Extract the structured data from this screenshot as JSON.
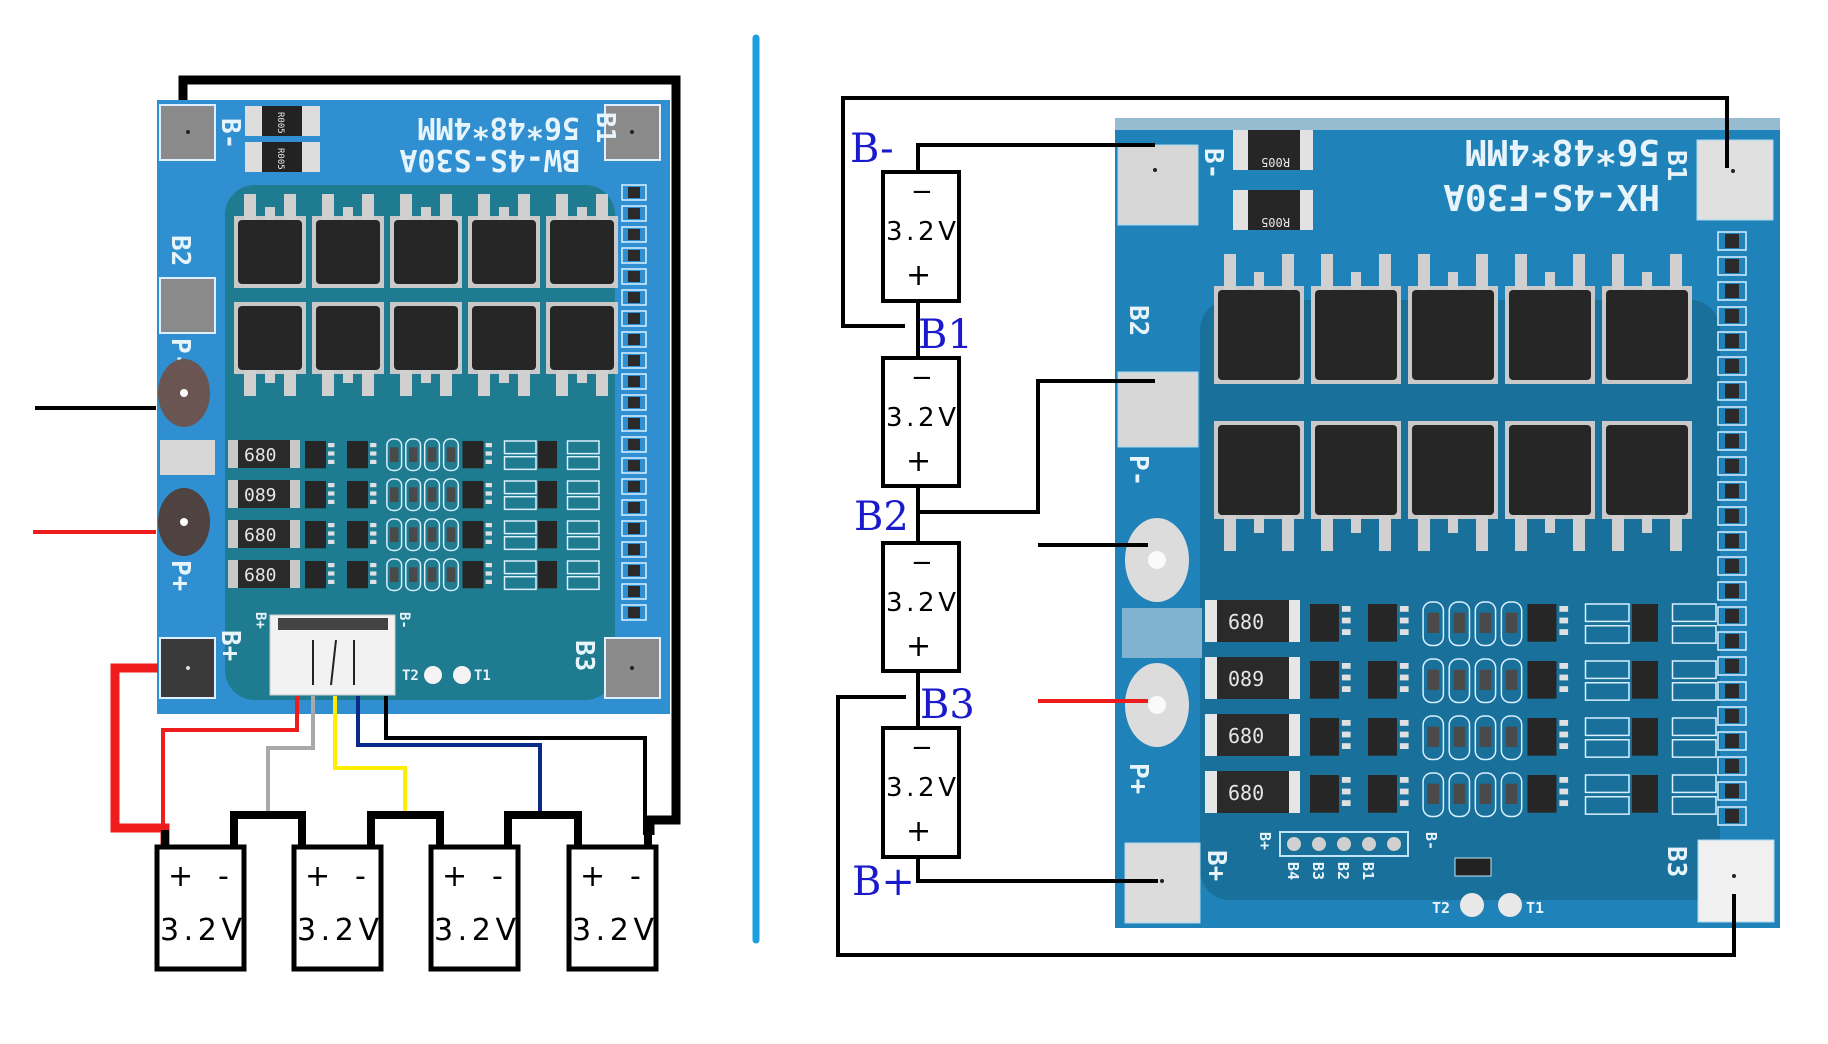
{
  "colors": {
    "pcb_left": "#2f8fd0",
    "pcb_right": "#1f82b8",
    "pcb_dark": "#0f5a78",
    "pad": "#8a8a8a",
    "pad_light": "#d7d7d7",
    "divider": "#1aa0e0",
    "wire_black": "#000000",
    "wire_red": "#ee1c1c",
    "wire_gray": "#a8a8a8",
    "wire_yellow": "#ffee00",
    "wire_blue": "#0a2a8a",
    "label_blue": "#1a1acc"
  },
  "left_board": {
    "model": "BW-4S-S30A",
    "size": "56*48*4MM",
    "pads": {
      "b_minus": "B-",
      "b1": "B1",
      "b2": "B2",
      "p_minus": "P-",
      "p_plus": "P+",
      "b_plus": "B+",
      "b3": "B3"
    },
    "shunts": [
      "R005",
      "R005"
    ],
    "resistors": [
      "680",
      "089",
      "680",
      "680"
    ],
    "connector": {
      "b_plus": "B+",
      "b_minus": "B-"
    },
    "thermal": [
      "T2",
      "T1"
    ],
    "cells": [
      {
        "pos": "+",
        "neg": "-",
        "voltage": "3.2V"
      },
      {
        "pos": "+",
        "neg": "-",
        "voltage": "3.2V"
      },
      {
        "pos": "+",
        "neg": "-",
        "voltage": "3.2V"
      },
      {
        "pos": "+",
        "neg": "-",
        "voltage": "3.2V"
      }
    ]
  },
  "right_board": {
    "model": "HX-4S-F30A",
    "size": "56*48*4MM",
    "pads": {
      "b_minus": "B-",
      "b1": "B1",
      "b2": "B2",
      "p_minus": "P-",
      "p_plus": "P+",
      "b_plus": "B+",
      "b3": "B3"
    },
    "shunts": [
      "R005",
      "R005"
    ],
    "resistors": [
      "680",
      "089",
      "680",
      "680"
    ],
    "header_labels": [
      "B+",
      "B4",
      "B3",
      "B2",
      "B1",
      "B-"
    ],
    "thermal": [
      "T2",
      "T1"
    ],
    "node_labels": [
      "B-",
      "B1",
      "B2",
      "B3",
      "B+"
    ],
    "cells": [
      {
        "neg": "−",
        "voltage": "3.2V",
        "pos": "+"
      },
      {
        "neg": "−",
        "voltage": "3.2V",
        "pos": "+"
      },
      {
        "neg": "−",
        "voltage": "3.2V",
        "pos": "+"
      },
      {
        "neg": "−",
        "voltage": "3.2V",
        "pos": "+"
      }
    ]
  }
}
